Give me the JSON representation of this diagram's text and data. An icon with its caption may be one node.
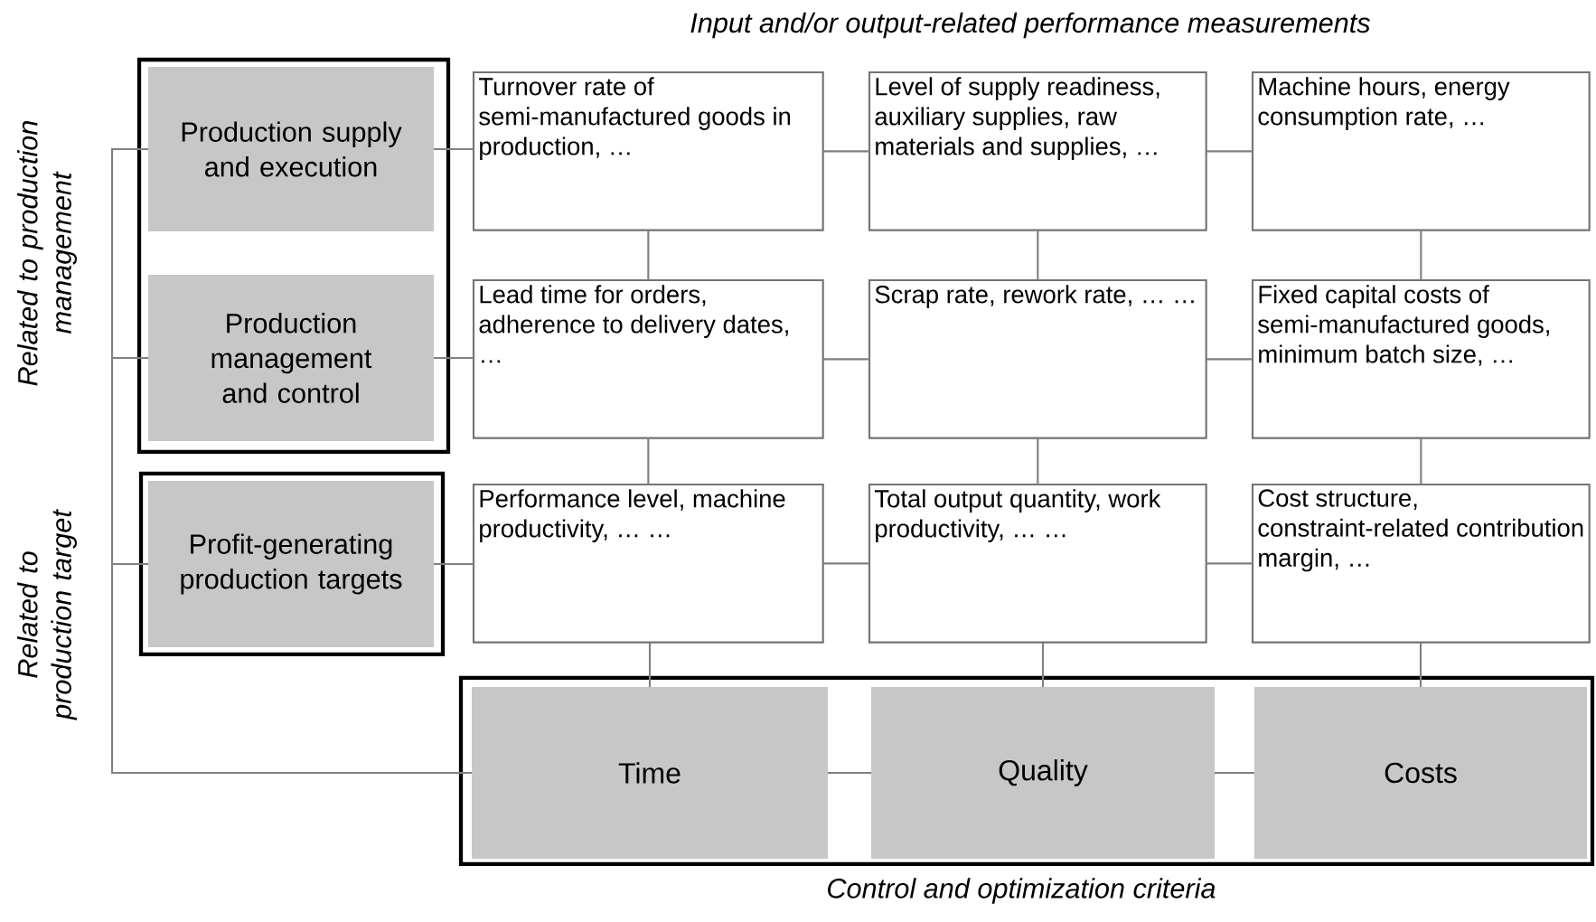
{
  "diagram": {
    "nodes": [
      {
        "text": [],
        "shape": "box"
      },
      {
        "text": [
          "Production supply and execution"
        ],
        "in": 0
      },
      {
        "text": [
          "Production management and control"
        ],
        "in": 0
      },
      {
        "text": [],
        "shape": "box"
      },
      {
        "text": [
          "Profit-generating production targets"
        ],
        "in": 3
      },
      {
        "text": [
          "Control and optimization criteria"
        ]
      },
      {
        "text": [
          "Time"
        ],
        "in": 5
      },
      {
        "text": [
          "Quality"
        ],
        "in": 5
      },
      {
        "text": [
          "Costs"
        ],
        "in": 5
      },
      {
        "text": [
          "Turnover rate of semi-manufactured goods in production, …"
        ]
      },
      {
        "text": [
          "Level of supply readiness, auxiliary supplies, raw materials and supplies, …"
        ]
      },
      {
        "text": [
          "Machine hours, energy consumption rate, …"
        ]
      },
      {
        "text": [
          "Lead time for orders, adherence to delivery dates, …"
        ]
      },
      {
        "text": [
          "Scrap rate, rework rate, … …"
        ]
      },
      {
        "text": [
          "Fixed capital costs of semi-manufactured goods, minimum batch size, …"
        ]
      },
      {
        "text": [
          "Performance level, machine productivity, … …"
        ]
      },
      {
        "text": [
          "Total output quantity, work productivity, … …"
        ]
      },
      {
        "text": [
          "Cost structure, constraint-related contribution margin, …"
        ]
      }
    ],
    "edges": [
      {
        "from": 1,
        "to": 9,
        "arrow": "none"
      },
      {
        "from": 9,
        "to": 10,
        "arrow": "none"
      },
      {
        "from": 10,
        "to": 11,
        "arrow": "none"
      },
      {
        "from": 2,
        "to": 12,
        "arrow": "none"
      },
      {
        "from": 12,
        "to": 13,
        "arrow": "none"
      },
      {
        "from": 13,
        "to": 14,
        "arrow": "none"
      },
      {
        "from": 4,
        "to": 15,
        "arrow": "none"
      },
      {
        "from": 15,
        "to": 16,
        "arrow": "none"
      },
      {
        "from": 16,
        "to": 17,
        "arrow": "none"
      },
      {
        "from": 6,
        "to": 7,
        "arrow": "none"
      },
      {
        "from": 7,
        "to": 8,
        "arrow": "none"
      },
      {
        "from": 9,
        "to": 12,
        "arrow": "none"
      },
      {
        "from": 12,
        "to": 15,
        "arrow": "none"
      },
      {
        "from": 15,
        "to": 6,
        "arrow": "none"
      },
      {
        "from": 10,
        "to": 13,
        "arrow": "none"
      },
      {
        "from": 13,
        "to": 16,
        "arrow": "none"
      },
      {
        "from": 16,
        "to": 7,
        "arrow": "none"
      },
      {
        "from": 11,
        "to": 14,
        "arrow": "none"
      },
      {
        "from": 14,
        "to": 17,
        "arrow": "none"
      },
      {
        "from": 17,
        "to": 8,
        "arrow": "none"
      },
      {
        "from": 1,
        "to": 2,
        "arrow": "none"
      },
      {
        "from": 2,
        "to": 4,
        "arrow": "none"
      },
      {
        "from": 4,
        "to": 6,
        "arrow": "none"
      }
    ],
    "labels": [
      "Input and/or output-related performance measurements",
      "Related to production management",
      "Related to production target"
    ]
  }
}
